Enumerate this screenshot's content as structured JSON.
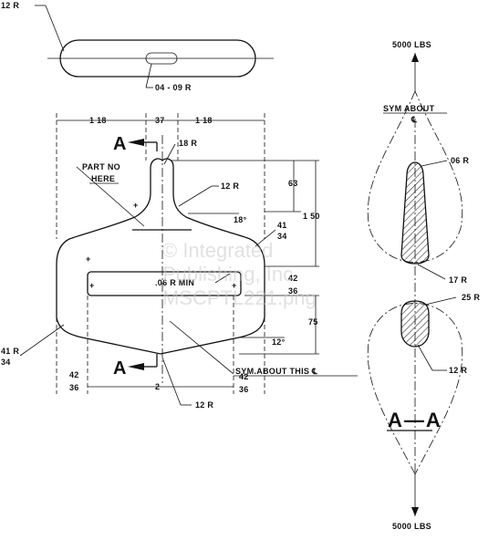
{
  "top_view": {
    "radius_label": "12 R",
    "slot_label": "04 - 09 R"
  },
  "main_view": {
    "dim_left_width": "1 18",
    "dim_neck": "37",
    "dim_right_width": "1 18",
    "section_mark_top": "A",
    "section_mark_bottom": "A",
    "top_notch_radius": "18 R",
    "part_no_line1": "PART NO",
    "part_no_line2": "HERE",
    "shoulder_radius": "12 R",
    "dim_63": "63",
    "dim_150": "1 50",
    "angle_18": "18°",
    "dim_41_34_right_top": "41",
    "dim_41_34_right_bottom": "34",
    "slot_radius_min": ".06 R MIN",
    "dim_42_right_top": "42",
    "dim_36_right_bottom": "36",
    "dim_75": "75",
    "angle_12": "12°",
    "dim_41_left": "41 R",
    "dim_34_left": "34",
    "sym_note": "SYM.ABOUT THIS ℄",
    "dim_42_bottom_left": "42",
    "dim_36_bottom_left": "36",
    "dim_2": "2",
    "dim_42_bottom_right": "42",
    "dim_36_bottom_right": "36",
    "bottom_notch_radius": "12 R"
  },
  "section_view": {
    "load_top": "5000 LBS",
    "load_bottom": "5000 LBS",
    "sym_about": "SYM ABOUT",
    "sym_cl": "℄",
    "r_06": "06 R",
    "r_17": "17 R",
    "r_25": "25 R",
    "r_12": "12 R",
    "section_label": "A—A"
  },
  "watermark": {
    "line1": "© Integrated",
    "line2": "Publishing, Inc",
    "line3": "MSCPTL221.png"
  }
}
